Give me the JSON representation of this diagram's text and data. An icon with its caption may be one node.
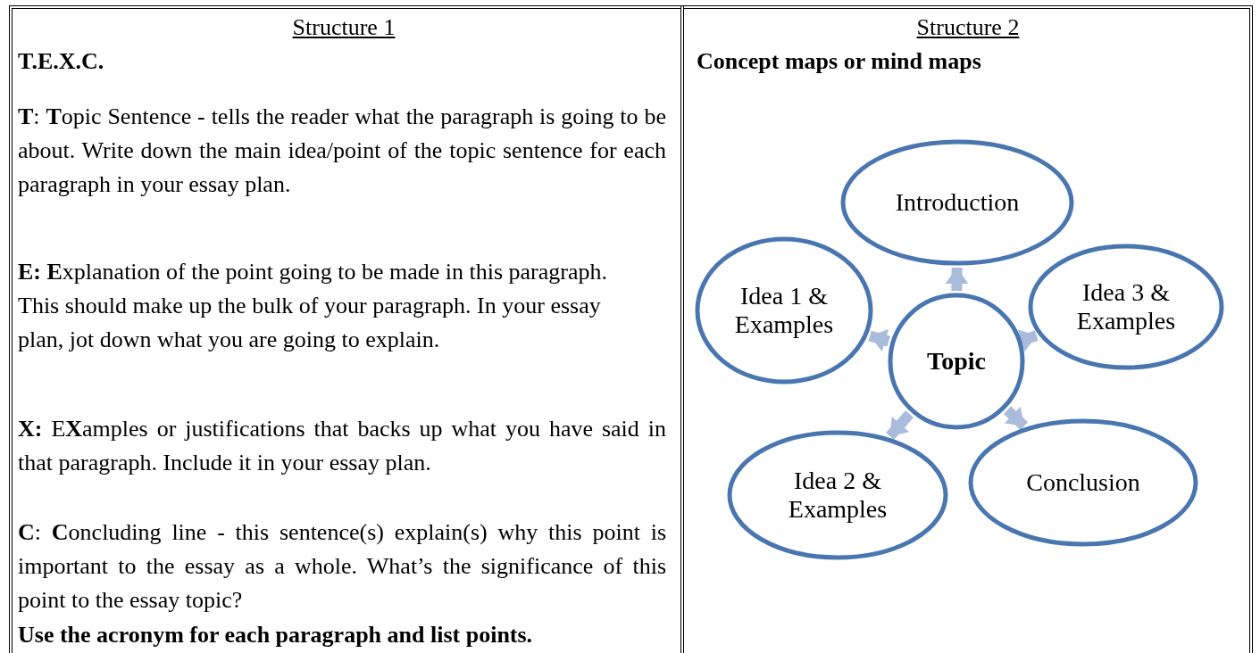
{
  "diagram": {
    "nodes": [
      {
        "text": [
          "Introduction"
        ]
      },
      {
        "text": [
          "Idea 1 & Examples"
        ]
      },
      {
        "text": [
          "Idea 3 & Examples"
        ]
      },
      {
        "text": [
          "Topic"
        ]
      },
      {
        "text": [
          "Idea 2 & Examples"
        ]
      },
      {
        "text": [
          "Conclusion"
        ]
      }
    ],
    "edges": [
      {
        "from": 3,
        "to": 0,
        "arrow": "to"
      },
      {
        "from": 3,
        "to": 2,
        "arrow": "to"
      },
      {
        "from": 3,
        "to": 5,
        "arrow": "to"
      },
      {
        "from": 3,
        "to": 4,
        "arrow": "to"
      },
      {
        "from": 3,
        "to": 1,
        "arrow": "to"
      }
    ],
    "labels": [
      "Structure 1",
      "T.E.X.C.",
      "**T**: **T**opic Sentence - tells the reader what the paragraph is going to be about. Write down the main idea/point of the topic sentence for each paragraph in your essay plan.",
      "**E: E**xplanation of the point going to be made in this paragraph. This should make up the bulk of your paragraph. In your essay plan, jot down what you are going to explain.",
      "**X:** E**X**amples or justifications that backs up what you have said in that paragraph. Include it in your essay plan.",
      "**C**: **C**oncluding line - this sentence(s) explain(s) why this point is important to the essay as a whole. What’s the significance of this point to the essay topic?",
      "Use the acronym for each paragraph and list points.",
      "Structure 2",
      "Concept maps or mind maps"
    ]
  }
}
